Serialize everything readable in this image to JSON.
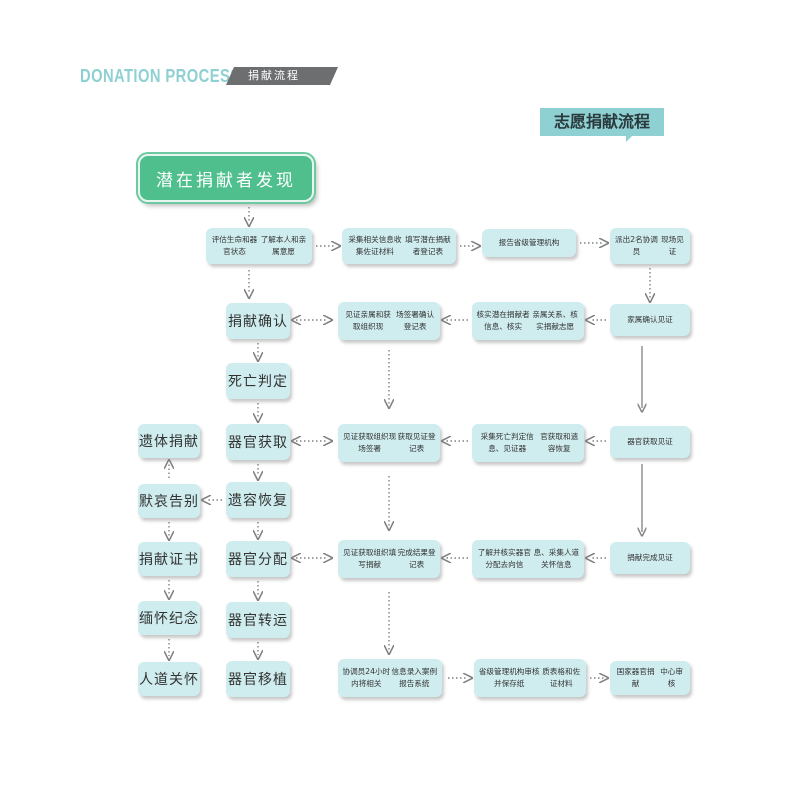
{
  "header": {
    "title_en": "DONATION PROCESS",
    "title_cn": "捐献流程"
  },
  "badge": "志愿捐献流程",
  "start": "潜在捐献者发现",
  "nodes": {
    "assess": [
      "评估生命和器官状态",
      "了解本人和亲属意愿"
    ],
    "collect": [
      "采集相关信息收集佐证材料",
      "填写潜在捐献者登记表"
    ],
    "report": [
      "报告省级管理机构"
    ],
    "dispatch": [
      "派出2名协调员",
      "现场见证"
    ],
    "confirm": "捐献确认",
    "witness_confirm": [
      "见证亲属和获取组织现",
      "场签署确认登记表"
    ],
    "verify": [
      "核实潜在捐献者信息、核实",
      "亲属关系、核实捐献志愿"
    ],
    "family_witness": [
      "家属确认见证"
    ],
    "death": "死亡判定",
    "procure": "器官获取",
    "witness_procure": [
      "见证获取组织现场签署",
      "获取见证登记表"
    ],
    "collect_death": [
      "采集死亡判定信息、见证器",
      "官获取和遗容恢复"
    ],
    "procure_witness": [
      "器官获取见证"
    ],
    "restore": "遗容恢复",
    "allocate": "器官分配",
    "witness_allocate": [
      "见证获取组织填写捐献",
      "完成结果登记表"
    ],
    "verify_alloc": [
      "了解并核实器官分配去向信",
      "息、采集人道关怀信息"
    ],
    "donation_done": [
      "捐献完成见证"
    ],
    "transport": "器官转运",
    "transplant": "器官移植",
    "coordinator": [
      "协调员24小时内将相关",
      "信息录入案例报告系统"
    ],
    "provincial": [
      "省级管理机构审核并保存纸",
      "质表格和佐证材料"
    ],
    "national": [
      "国家器官捐献",
      "中心审核"
    ],
    "body_donation": "遗体捐献",
    "mourning": "默哀告别",
    "certificate": "捐献证书",
    "memorial": "缅怀纪念",
    "humane_care": "人道关怀"
  },
  "colors": {
    "accent": "#8fd0d3",
    "node_bg": "#cfecee",
    "start_bg": "#4fc08d",
    "arrow": "#7f8283",
    "band": "#6d6e70"
  }
}
